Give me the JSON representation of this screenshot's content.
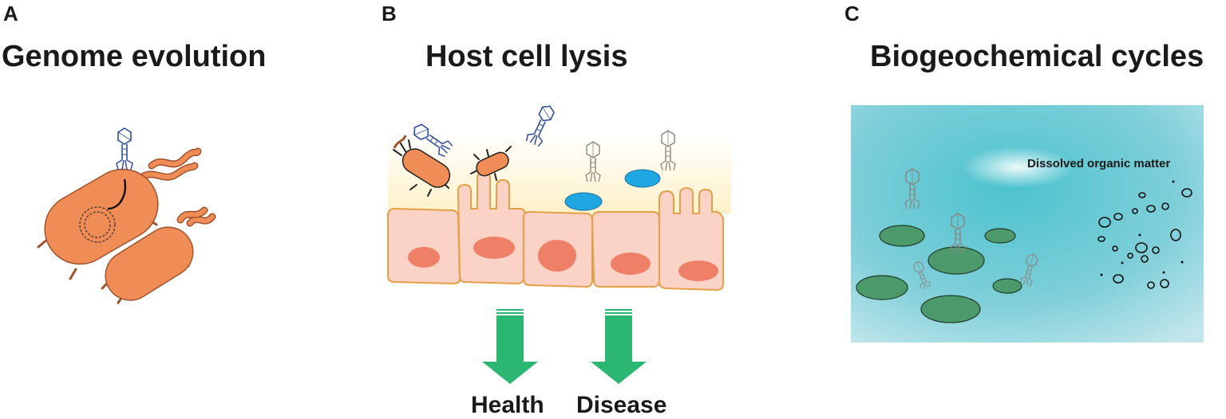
{
  "panels": [
    {
      "letter": "A",
      "title": "Genome evolution"
    },
    {
      "letter": "B",
      "title": "Host cell lysis",
      "outcomes": [
        "Health",
        "Disease"
      ]
    },
    {
      "letter": "C",
      "title": "Biogeochemical cycles",
      "annotation": "Dissolved organic matter"
    }
  ],
  "colors": {
    "bacteria": "#f08c55",
    "bacteria_outline": "#a0522d",
    "phage_blue": "#2f4f9e",
    "phage_gray": "#8a8580",
    "epithelial_cell": "#fbd2c6",
    "cell_outline": "#e4a048",
    "nucleus": "#ef8068",
    "blue_particle": "#1fa7e2",
    "arrow_green": "#2bb673",
    "ocean": "#6fc8d4",
    "particle_green": "#4c9a6b"
  }
}
